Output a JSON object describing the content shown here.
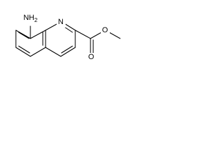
{
  "molecule": {
    "atoms": {
      "amine": "NH2",
      "ring_nitrogen": "N",
      "carbonyl_oxygen": "O",
      "ester_oxygen": "O"
    },
    "colors": {
      "bond": "#000000",
      "label": "#000000",
      "background": "#ffffff"
    }
  }
}
